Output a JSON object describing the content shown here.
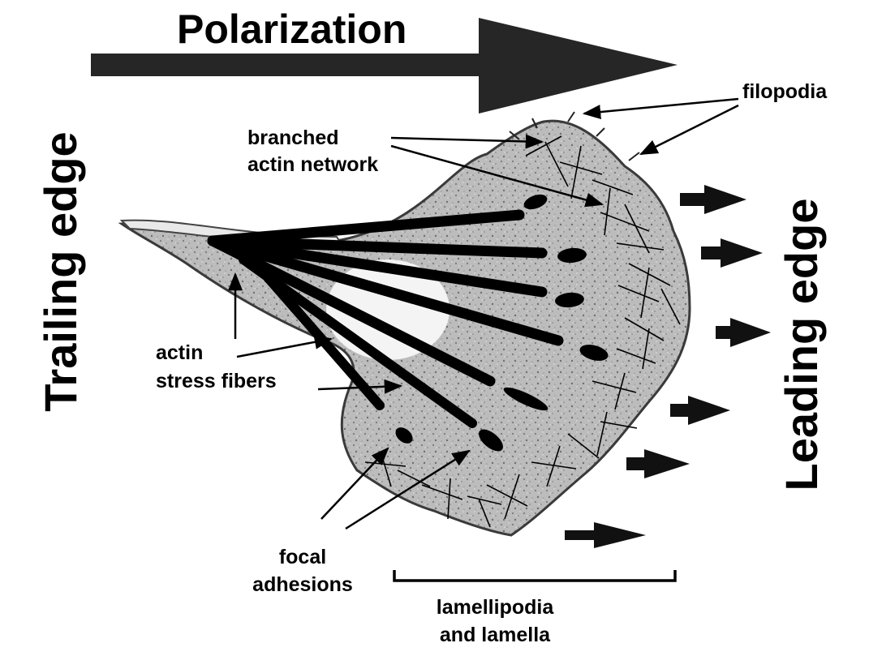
{
  "labels": {
    "title": "Polarization",
    "trailing_edge": "Trailing edge",
    "leading_edge": "Leading edge",
    "filopodia": "filopodia",
    "branched_actin_1": "branched",
    "branched_actin_2": "actin network",
    "stress_fibers_1": "actin",
    "stress_fibers_2": "stress fibers",
    "focal_adhesions_1": "focal",
    "focal_adhesions_2": "adhesions",
    "lamellipodia_1": "lamellipodia",
    "lamellipodia_2": "and lamella"
  },
  "colors": {
    "ink": "#000000",
    "cell_fill": "#b9b9b9",
    "cell_edge": "#3a3a3a",
    "nucleus": "#f4f4f4",
    "background": "#ffffff"
  }
}
